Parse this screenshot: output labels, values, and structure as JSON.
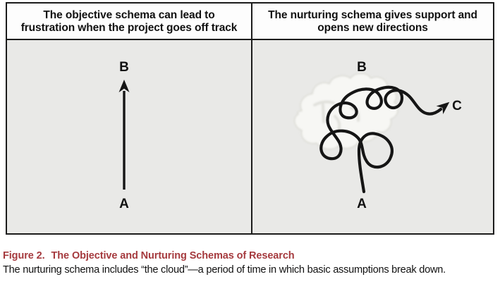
{
  "colors": {
    "panel-bg": "#e9e9e7",
    "header-bg": "#fdfdfd",
    "border": "#1c1c1c",
    "line": "#151515",
    "text": "#111111",
    "cloud-fill": "#f7f7f4",
    "cloud-edge": "#d9d9d2",
    "cloud-mark": "#dcdcd6",
    "accent": "#a53a3e"
  },
  "figure": {
    "panels": [
      {
        "name": "objective-schema",
        "header_lines": [
          "The objective schema can lead to",
          "frustration when the project goes off track"
        ],
        "labels": {
          "goal": "B",
          "start": "A"
        }
      },
      {
        "name": "nurturing-schema",
        "header_lines": [
          "The nurturing schema gives support and",
          "opens new directions"
        ],
        "labels": {
          "goal": "B",
          "start": "A",
          "outcome": "C"
        }
      }
    ]
  },
  "caption": {
    "label": "Figure 2.",
    "title": "The Objective and Nurturing Schemas of Research",
    "body": "The nurturing schema includes “the cloud”—a period of time in which basic assumptions break down."
  }
}
